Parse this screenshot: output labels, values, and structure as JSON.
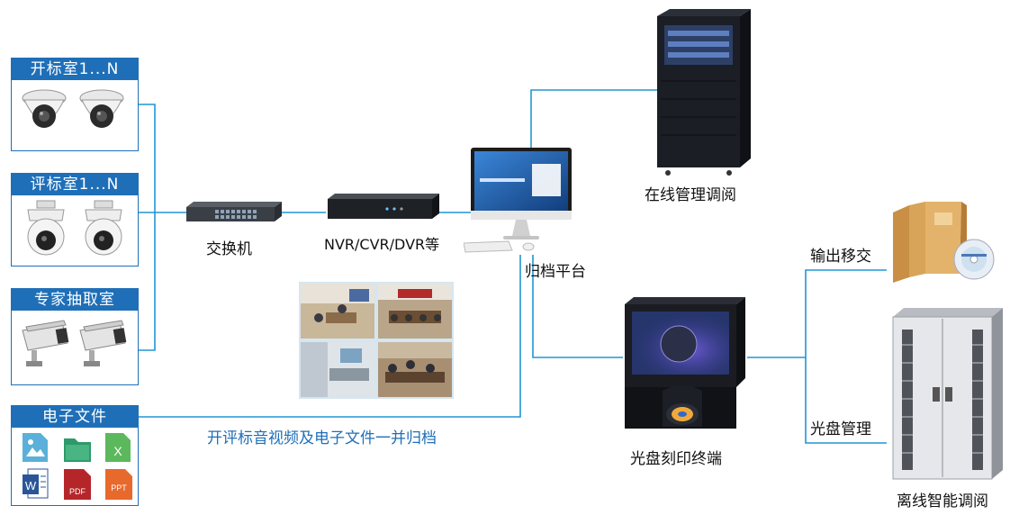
{
  "rooms": [
    {
      "title": "开标室1...N",
      "camera": "dome"
    },
    {
      "title": "评标室1...N",
      "camera": "ptz"
    },
    {
      "title": "专家抽取室",
      "camera": "bullet"
    }
  ],
  "efile_panel": {
    "title": "电子文件",
    "icons": [
      {
        "name": "image-file-icon",
        "color": "#5ab0d8"
      },
      {
        "name": "folder-icon",
        "color": "#2e9a6a"
      },
      {
        "name": "excel-file-icon",
        "color": "#5cb85c",
        "text": "X"
      },
      {
        "name": "word-file-icon",
        "color": "#2a5699",
        "text": "W"
      },
      {
        "name": "pdf-file-icon",
        "color": "#b5262a",
        "text": "PDF"
      },
      {
        "name": "ppt-file-icon",
        "color": "#e8692c",
        "text": "PPT"
      }
    ]
  },
  "labels": {
    "switch": "交换机",
    "recorder": "NVR/CVR/DVR等",
    "platform": "归档平台",
    "online": "在线管理调阅",
    "output": "输出移交",
    "disc_mgmt": "光盘管理",
    "printer": "光盘刻印终端",
    "offline": "离线智能调阅"
  },
  "archive_caption": "开评标音视频及电子文件一并归档",
  "colors": {
    "accent": "#1f6fb8",
    "line": "#2196d3"
  }
}
